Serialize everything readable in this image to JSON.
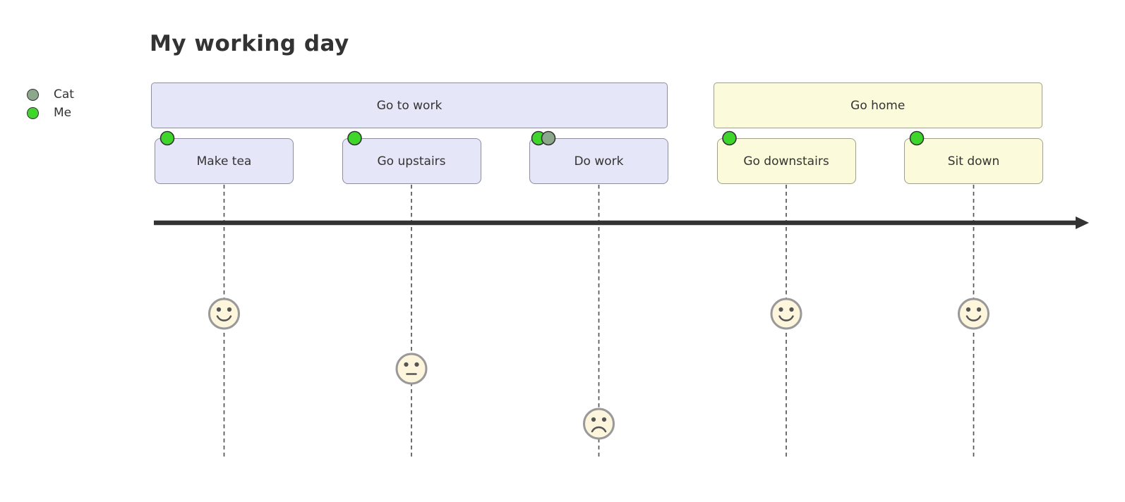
{
  "title": "My working day",
  "legend": {
    "actors": [
      {
        "name": "Cat",
        "color": "#8CA88C"
      },
      {
        "name": "Me",
        "color": "#3FD62B"
      }
    ]
  },
  "chart_data": {
    "type": "journey",
    "title": "My working day",
    "score_scale": [
      1,
      5
    ],
    "sections": [
      {
        "name": "Go to work",
        "fill": "#E6E6F9",
        "border": "#8E8EA0",
        "tasks": [
          {
            "name": "Make tea",
            "score": 5,
            "actors": [
              "Me"
            ],
            "face": "happy"
          },
          {
            "name": "Go upstairs",
            "score": 3,
            "actors": [
              "Me"
            ],
            "face": "neutral"
          },
          {
            "name": "Do work",
            "score": 1,
            "actors": [
              "Me",
              "Cat"
            ],
            "face": "sad"
          }
        ]
      },
      {
        "name": "Go home",
        "fill": "#FBFBDB",
        "border": "#A0A088",
        "tasks": [
          {
            "name": "Go downstairs",
            "score": 5,
            "actors": [
              "Me"
            ],
            "face": "happy"
          },
          {
            "name": "Sit down",
            "score": 5,
            "actors": [
              "Me"
            ],
            "face": "happy"
          }
        ]
      }
    ]
  },
  "colors": {
    "text": "#333333",
    "arrow": "#333333",
    "grid_line": "#555555",
    "dot_stroke": "#333333",
    "face_fill": "#FDF5DC",
    "face_stroke": "#999999",
    "face_features": "#555555"
  }
}
